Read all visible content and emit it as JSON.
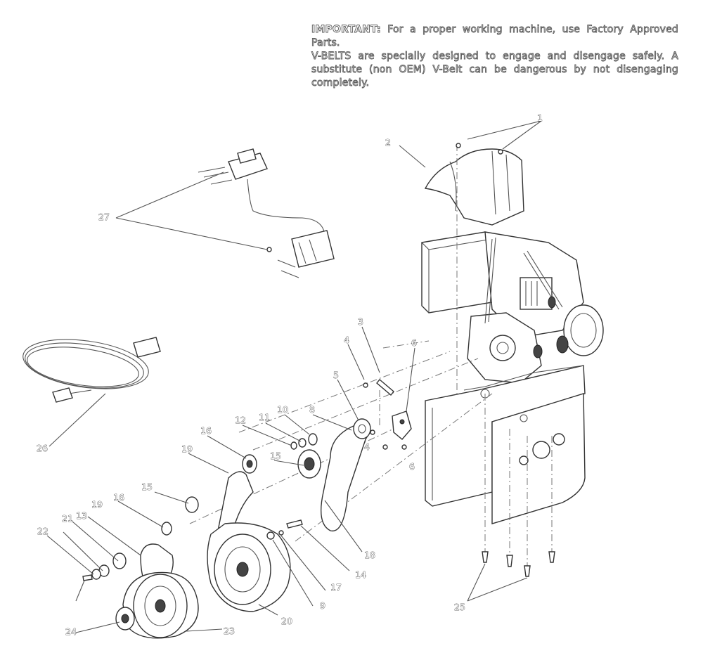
{
  "notice": {
    "important_label": "IMPORTANT:",
    "line1_rest": " For a proper working machine, use Factory Approved Parts.",
    "line2": "V-BELTS are specially designed to engage and disengage safely.  A substitute (non OEM) V-Belt can be dangerous by not disengaging completely."
  },
  "callouts": [
    "1",
    "2",
    "3",
    "4",
    "5",
    "6",
    "8",
    "9",
    "10",
    "11",
    "12",
    "13",
    "14",
    "15",
    "16",
    "17",
    "18",
    "19",
    "20",
    "21",
    "22",
    "23",
    "24",
    "25",
    "26",
    "27"
  ]
}
